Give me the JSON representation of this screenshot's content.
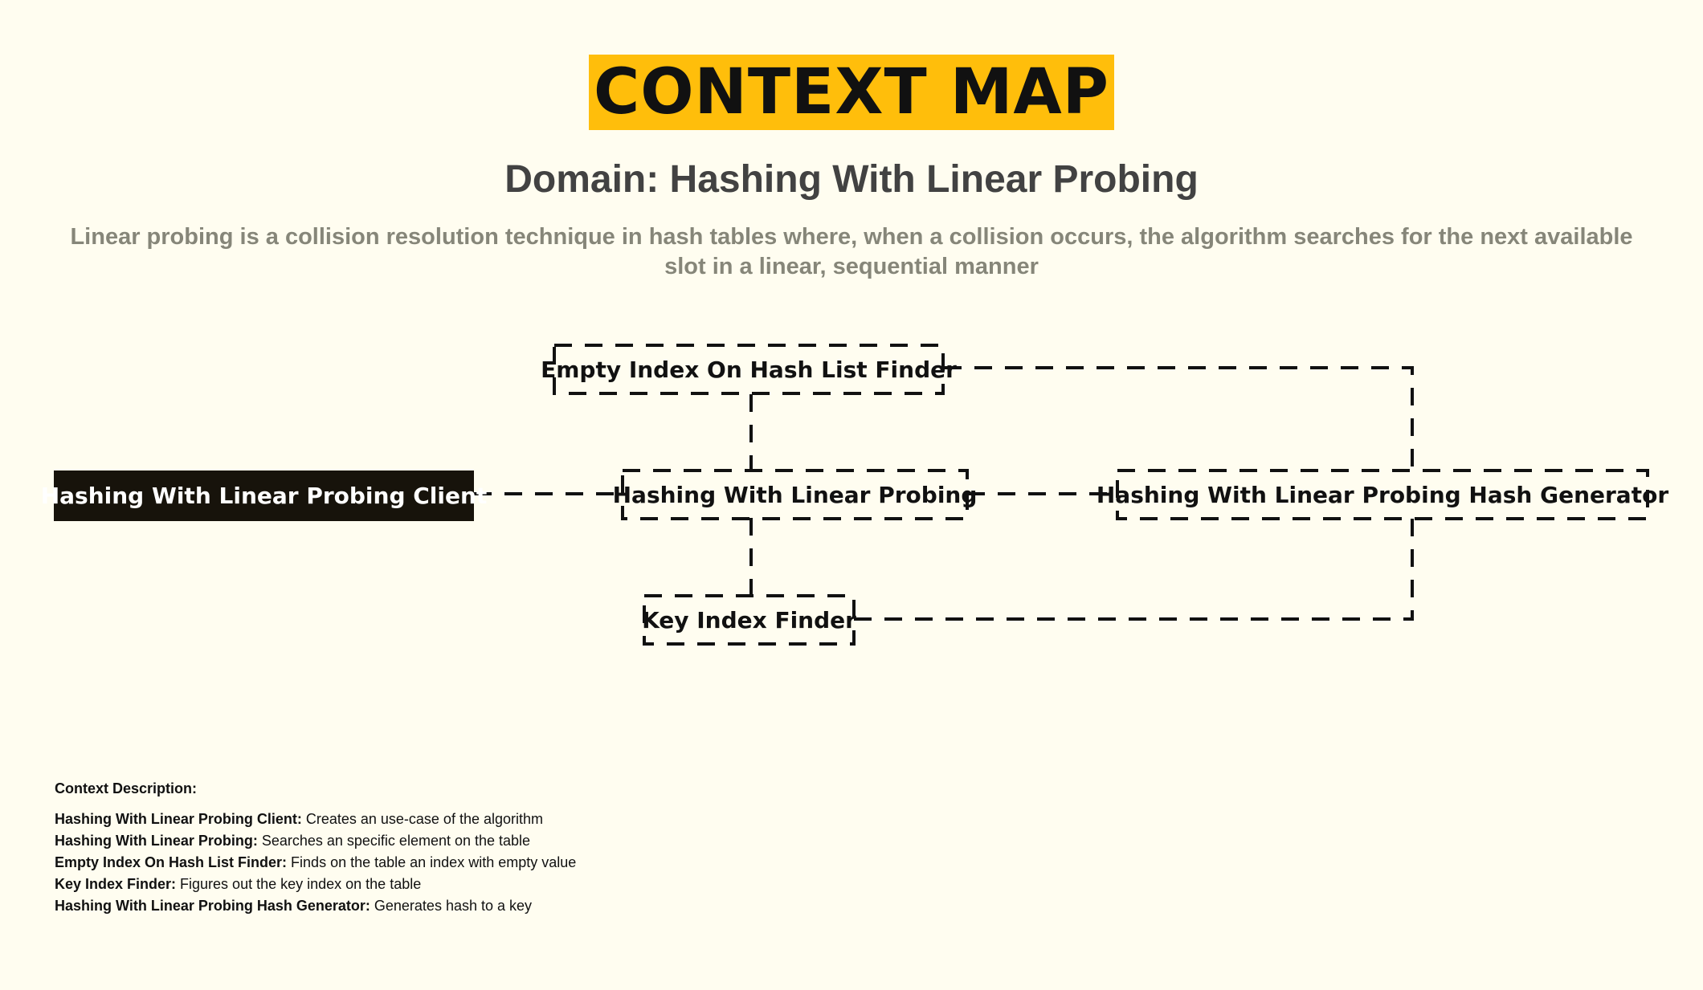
{
  "header": {
    "title": "CONTEXT MAP",
    "subtitle": "Domain: Hashing With Linear Probing",
    "description": "Linear probing is a collision resolution technique in hash tables where, when a collision occurs, the algorithm searches for the next available slot in a linear, sequential manner"
  },
  "contexts": {
    "empty_index": "Empty Index On Hash List Finder",
    "client": "Hashing With Linear Probing Client",
    "core": "Hashing With Linear Probing",
    "hash_generator": "Hashing With Linear Probing Hash Generator",
    "key_index": "Key Index Finder"
  },
  "legend": {
    "heading": "Context Description:",
    "items": [
      {
        "name": "Hashing With Linear Probing Client:",
        "text": " Creates an use-case of the algorithm"
      },
      {
        "name": "Hashing With Linear Probing:",
        "text": " Searches an specific element on the table"
      },
      {
        "name": "Empty Index On Hash List Finder:",
        "text": " Finds on the table an index with empty value"
      },
      {
        "name": "Key Index Finder:",
        "text": " Figures out the key index on the table"
      },
      {
        "name": "Hashing With Linear Probing Hash Generator:",
        "text": " Generates hash to a key"
      }
    ]
  },
  "colors": {
    "background": "#fffdf0",
    "title_highlight": "#ffbe0b",
    "client_fill": "#17130b",
    "line": "#111111"
  }
}
